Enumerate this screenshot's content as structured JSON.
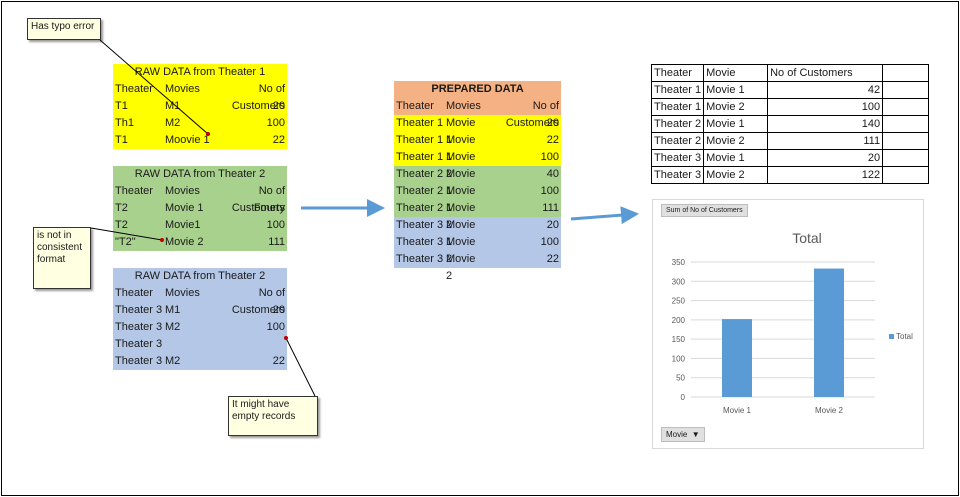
{
  "notes": {
    "typo": "Has typo error",
    "format": "is not in consistent format",
    "empty": "It might have empty records"
  },
  "raw1": {
    "title": "RAW DATA from Theater 1",
    "headers": [
      "Theater",
      "Movies",
      "No of Customers"
    ],
    "rows": [
      [
        "T1",
        "M1",
        "20"
      ],
      [
        "Th1",
        "M2",
        "100"
      ],
      [
        "T1",
        "Moovie 1",
        "22"
      ]
    ]
  },
  "raw2": {
    "title": "RAW DATA from Theater 2",
    "headers": [
      "Theater",
      "Movies",
      "No of Customers"
    ],
    "rows": [
      [
        "T2",
        "Movie 1",
        "Fourty"
      ],
      [
        "T2",
        "Movie1",
        "100"
      ],
      [
        "\"T2\"",
        "Movie 2",
        "111"
      ]
    ]
  },
  "raw3": {
    "title": "RAW DATA from Theater 2",
    "headers": [
      "Theater",
      "Movies",
      "No of Customers"
    ],
    "rows": [
      [
        "Theater 3",
        "M1",
        "20"
      ],
      [
        "Theater 3",
        "M2",
        "100"
      ],
      [
        "Theater 3",
        "",
        ""
      ],
      [
        "Theater 3",
        "M2",
        "22"
      ]
    ]
  },
  "prepared": {
    "title": "PREPARED DATA",
    "headers": [
      "Theater",
      "Movies",
      "No of Customers"
    ],
    "rows": [
      [
        "Theater 1",
        "Movie 1",
        "20"
      ],
      [
        "Theater 1",
        "Movie 1",
        "22"
      ],
      [
        "Theater 1",
        "Movie 2",
        "100"
      ],
      [
        "Theater 2",
        "Movie 1",
        "40"
      ],
      [
        "Theater 2",
        "Movie 1",
        "100"
      ],
      [
        "Theater 2",
        "Movie 2",
        "111"
      ],
      [
        "Theater 3",
        "Movie 1",
        "20"
      ],
      [
        "Theater 3",
        "Movie 2",
        "100"
      ],
      [
        "Theater 3",
        "Movie 2",
        "22"
      ]
    ]
  },
  "summary": {
    "headers": [
      "Theater",
      "Movie",
      "No of Customers"
    ],
    "rows": [
      [
        "Theater 1",
        "Movie 1",
        "42"
      ],
      [
        "Theater 1",
        "Movie 2",
        "100"
      ],
      [
        "Theater 2",
        "Movie 1",
        "140"
      ],
      [
        "Theater 2",
        "Movie 2",
        "111"
      ],
      [
        "Theater 3",
        "Movie 1",
        "20"
      ],
      [
        "Theater 3",
        "Movie 2",
        "122"
      ]
    ]
  },
  "pivot": {
    "value_field": "Sum of No of Customers",
    "axis_field": "Movie"
  },
  "colors": {
    "bar": "#5b9bd5",
    "arrow": "#5b9bd5"
  },
  "chart_data": {
    "type": "bar",
    "title": "Total",
    "categories": [
      "Movie 1",
      "Movie 2"
    ],
    "series": [
      {
        "name": "Total",
        "values": [
          202,
          333
        ]
      }
    ],
    "ylim": [
      0,
      350
    ],
    "yticks": [
      "0",
      "50",
      "100",
      "150",
      "200",
      "250",
      "300",
      "350"
    ],
    "grid": true,
    "legend": "right"
  }
}
